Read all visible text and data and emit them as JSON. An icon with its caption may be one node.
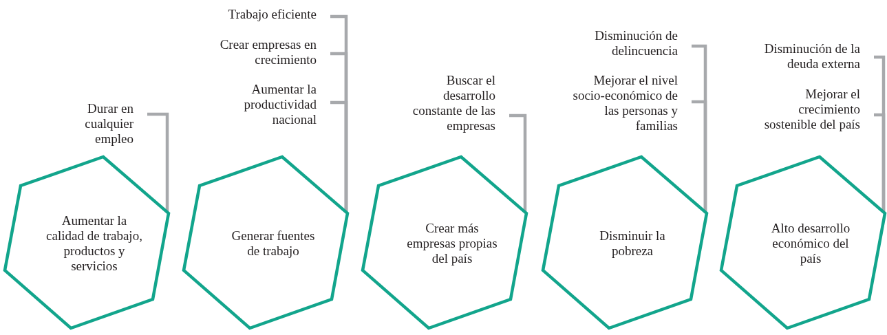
{
  "diagram": {
    "nodes": [
      {
        "text": [
          "Durar en cualquier empleo"
        ]
      },
      {
        "text": [
          "Aumentar la calidad de trabajo, productos y servicios"
        ]
      },
      {
        "text": [
          "Trabajo eficiente"
        ]
      },
      {
        "text": [
          "Crear empresas en crecimiento"
        ]
      },
      {
        "text": [
          "Aumentar la productividad nacional"
        ]
      },
      {
        "text": [
          "Generar fuentes de trabajo"
        ]
      },
      {
        "text": [
          "Buscar el desarrollo constante de las empresas"
        ]
      },
      {
        "text": [
          "Crear más empresas propias del país"
        ]
      },
      {
        "text": [
          "Disminución de delincuencia"
        ]
      },
      {
        "text": [
          "Mejorar el nivel socio-económico de las personas y familias"
        ]
      },
      {
        "text": [
          "Disminuir la pobreza"
        ]
      },
      {
        "text": [
          "Disminución de la deuda externa"
        ]
      },
      {
        "text": [
          "Mejorar el crecimiento sostenible del país"
        ]
      },
      {
        "text": [
          "Alto desarrollo económico del país"
        ]
      }
    ],
    "edges": [
      {
        "from": 0,
        "to": 1,
        "arrow": "none"
      },
      {
        "from": 2,
        "to": 5,
        "arrow": "none"
      },
      {
        "from": 3,
        "to": 5,
        "arrow": "none"
      },
      {
        "from": 4,
        "to": 5,
        "arrow": "none"
      },
      {
        "from": 6,
        "to": 7,
        "arrow": "none"
      },
      {
        "from": 8,
        "to": 10,
        "arrow": "none"
      },
      {
        "from": 9,
        "to": 10,
        "arrow": "none"
      },
      {
        "from": 11,
        "to": 13,
        "arrow": "none"
      },
      {
        "from": 12,
        "to": 13,
        "arrow": "none"
      }
    ]
  }
}
